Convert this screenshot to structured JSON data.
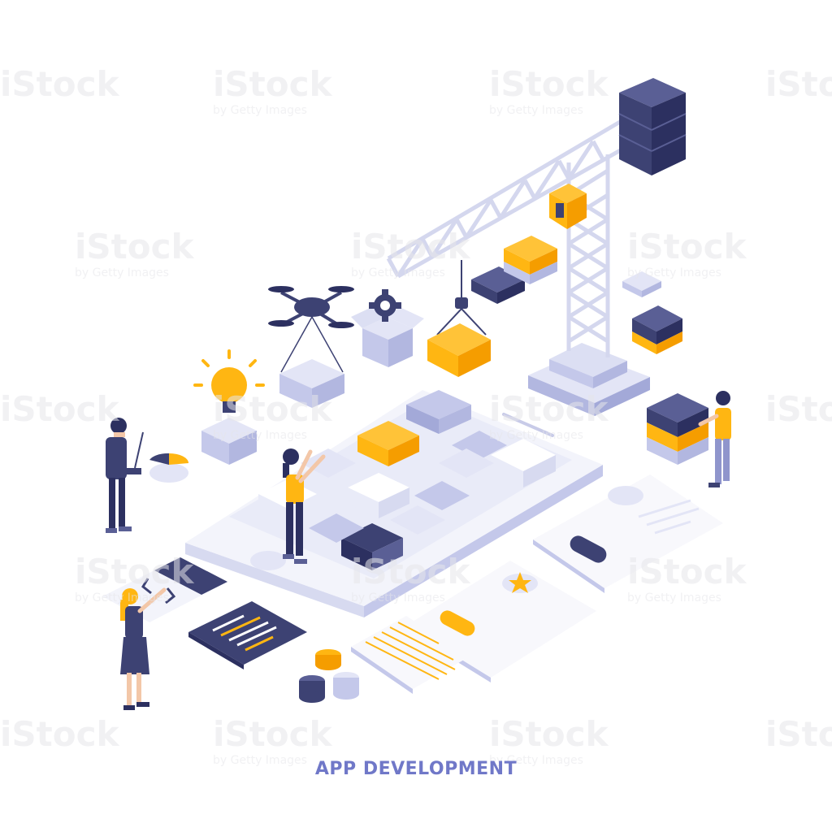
{
  "caption": "APP DEVELOPMENT",
  "watermark": {
    "brand": "iStock",
    "sub": "by Getty Images"
  },
  "palette": {
    "navy": "#3d4273",
    "navy_dark": "#2c3060",
    "navy_light": "#5a5f95",
    "yellow": "#ffb612",
    "yellow_dark": "#f59d00",
    "lavender": "#c4c8ea",
    "lavender_light": "#e3e5f6",
    "phone_top": "#f3f4fb",
    "phone_side": "#d7daf0",
    "crane": "#dcdff3",
    "caption": "#7078c8"
  }
}
